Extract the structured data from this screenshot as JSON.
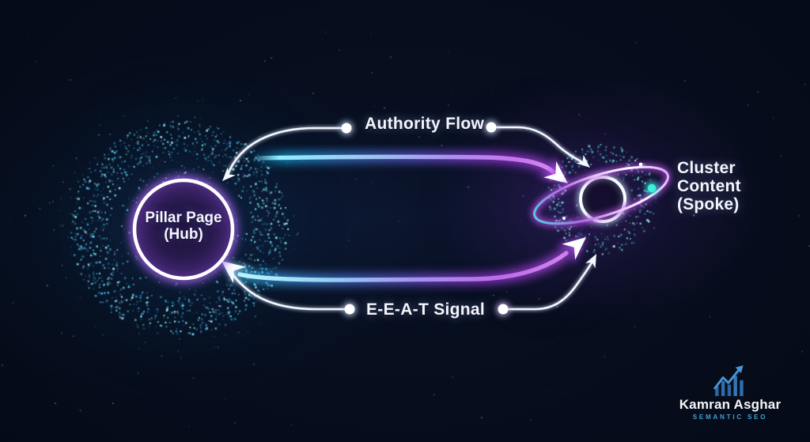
{
  "diagram": {
    "nodes": [
      {
        "id": "pillar-hub",
        "label": "Pillar Page\n(Hub)",
        "shape": "glowing-circle-in-particle-sphere"
      },
      {
        "id": "cluster-spoke",
        "label": "Cluster\nContent\n(Spoke)",
        "shape": "particle-sphere-with-orbit-ring"
      }
    ],
    "edges": [
      {
        "id": "authority-flow",
        "label": "Authority Flow",
        "from": "pillar-hub",
        "to": "cluster-spoke",
        "style": "thick-neon-gradient"
      },
      {
        "id": "eeat-signal",
        "label": "E-E-A-T Signal",
        "from": "cluster-spoke",
        "to": "pillar-hub",
        "style": "thick-neon-gradient"
      }
    ]
  },
  "watermark": {
    "name": "Kamran Asghar",
    "tagline": "SEMANTIC SEO",
    "icon": "growth-chart-icon"
  },
  "colors": {
    "background": "#050a17",
    "line_cyan": "#7fe3ff",
    "line_purple": "#c45ae8",
    "arrow_white": "#ffffff",
    "hub_ring": "#ffffff",
    "hub_fill": "#2a1a4e",
    "hub_glow": "#a866f0",
    "orbit_purple": "#c06ae8",
    "orbit_dot_cyan": "#35e4d4",
    "watermark_blue": "#4a94d4",
    "watermark_teal": "#3fa3d8",
    "hub_particles": [
      "#b8f4ff",
      "#7fe0fa",
      "#4cc2ea",
      "#2b9ad0",
      "#1c6fa6",
      "#6ff0e8"
    ],
    "spoke_particles": [
      "#a8f4ec",
      "#5fd8d8",
      "#38b4c4",
      "#2390a6",
      "#7fe8f0"
    ],
    "star_colors": [
      "#cfeffc",
      "#9fd8f0",
      "#ffffff",
      "#7fc8e8"
    ]
  }
}
